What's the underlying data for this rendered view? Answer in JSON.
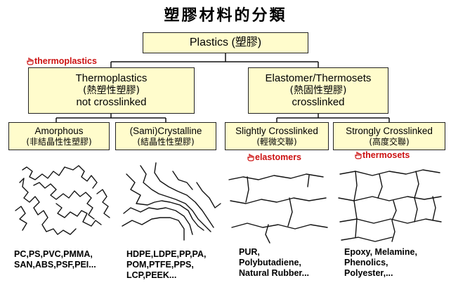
{
  "title": "塑膠材料的分類",
  "root": {
    "label": "Plastics (塑膠)"
  },
  "thermoplastics": {
    "lines": [
      "Thermoplastics",
      "(熱塑性塑膠)",
      "not crosslinked"
    ],
    "tag": "thermoplastics"
  },
  "elastomer_thermosets": {
    "lines": [
      "Elastomer/Thermosets",
      "(熱固性塑膠)",
      "crosslinked"
    ]
  },
  "categories": [
    {
      "lines": [
        "Amorphous",
        "(非結晶性性塑膠)"
      ],
      "examples": [
        "PC,PS,PVC,PMMA,",
        "SAN,ABS,PSF,PEI..."
      ]
    },
    {
      "lines": [
        "(Sami)Crystalline",
        "(結晶性性塑膠)"
      ],
      "examples": [
        "HDPE,LDPE,PP,PA,",
        "POM,PTFE,PPS,",
        "LCP,PEEK..."
      ]
    },
    {
      "lines": [
        "Slightly Crosslinked",
        "(輕微交聯)"
      ],
      "tag": "elastomers",
      "examples": [
        "PUR,",
        "Polybutadiene,",
        "Natural Rubber..."
      ]
    },
    {
      "lines": [
        "Strongly Crosslinked",
        "(高度交聯)"
      ],
      "tag": "thermosets",
      "examples": [
        "Epoxy, Melamine,",
        "Phenolics,",
        "Polyester,..."
      ]
    }
  ],
  "colors": {
    "box_fill": "#fffccc",
    "tag_red": "#cc1111",
    "line": "#111111"
  },
  "icons": [
    "hand-pointer-icon"
  ]
}
